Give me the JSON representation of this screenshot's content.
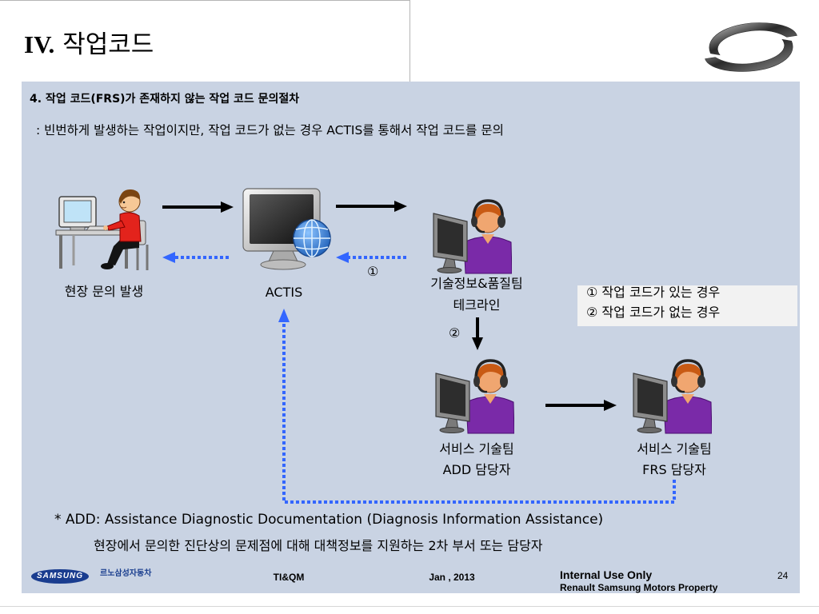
{
  "title": {
    "numeral": "IV.",
    "text": "작업코드"
  },
  "section": {
    "heading": "4. 작업 코드(FRS)가 존재하지 않는 작업 코드 문의절차",
    "description": ": 빈번하게 발생하는 작업이지만, 작업 코드가 없는 경우 ACTIS를 통해서 작업 코드를 문의"
  },
  "diagram": {
    "field": {
      "label": "현장 문의 발생",
      "icon": "person-at-computer-icon"
    },
    "actis": {
      "label": "ACTIS",
      "icon": "monitor-globe-icon"
    },
    "techline": {
      "label_line1": "기술정보&품질팀",
      "label_line2": "테크라인",
      "icon": "headset-agent-icon"
    },
    "add_manager": {
      "label_line1": "서비스 기술팀",
      "label_line2": "ADD 담당자",
      "icon": "headset-agent-icon"
    },
    "frs_manager": {
      "label_line1": "서비스 기술팀",
      "label_line2": "FRS 담당자",
      "icon": "headset-agent-icon"
    },
    "step1_marker": "①",
    "step2_marker": "②",
    "legend": {
      "case1": "① 작업 코드가 있는 경우",
      "case2": "② 작업 코드가 없는 경우"
    }
  },
  "footnote": {
    "line1": "* ADD: Assistance Diagnostic Documentation (Diagnosis Information Assistance)",
    "line2": "현장에서 문의한 진단상의 문제점에 대해 대책정보를 지원하는 2차 부서 또는 담당자"
  },
  "footer": {
    "samsung_logo_text": "SAMSUNG",
    "company_name": "르노삼성자동차",
    "department": "TI&QM",
    "date": "Jan , 2013",
    "classification": "Internal Use Only",
    "property": "Renault Samsung Motors Property",
    "page_number": "24"
  },
  "colors": {
    "panel_background": "#c9d3e3",
    "solid_arrow": "#000000",
    "dotted_arrow": "#3366ff",
    "legend_background": "#f2f2f2",
    "brand_blue": "#1b3f8f"
  }
}
